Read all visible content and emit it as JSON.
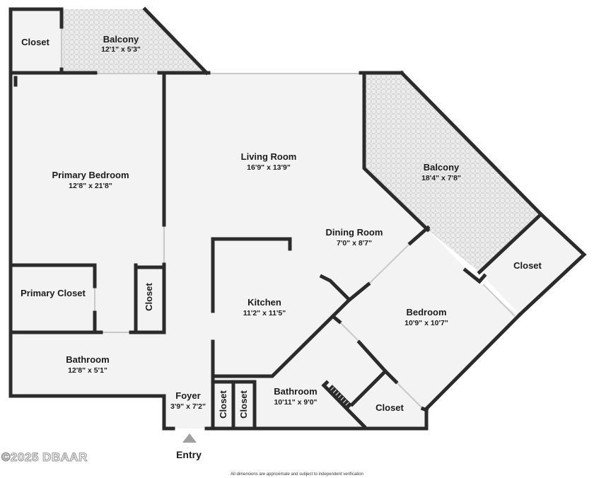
{
  "rooms": {
    "closet_top": {
      "name": "Closet"
    },
    "balcony_top": {
      "name": "Balcony",
      "dims": "12'1\" x 5'3\""
    },
    "primary_bedroom": {
      "name": "Primary Bedroom",
      "dims": "12'8\" x 21'8\""
    },
    "living_room": {
      "name": "Living Room",
      "dims": "16'9\" x 13'9\""
    },
    "balcony_right": {
      "name": "Balcony",
      "dims": "18'4\" x 7'8\""
    },
    "dining_room": {
      "name": "Dining Room",
      "dims": "7'0\" x 8'7\""
    },
    "closet_right": {
      "name": "Closet"
    },
    "primary_closet": {
      "name": "Primary Closet"
    },
    "closet_vertical_1": {
      "name": "Closet"
    },
    "kitchen": {
      "name": "Kitchen",
      "dims": "11'2\" x 11'5\""
    },
    "bedroom": {
      "name": "Bedroom",
      "dims": "10'9\" x 10'7\""
    },
    "bathroom_left": {
      "name": "Bathroom",
      "dims": "12'8\" x 5'1\""
    },
    "foyer": {
      "name": "Foyer",
      "dims": "3'9\" x 7'2\""
    },
    "closet_vertical_2": {
      "name": "Closet"
    },
    "closet_vertical_3": {
      "name": "Closet"
    },
    "bathroom_right": {
      "name": "Bathroom",
      "dims": "10'11\" x 9'0\""
    },
    "closet_bottom": {
      "name": "Closet"
    }
  },
  "entry_label": "Entry",
  "copyright": "©2025 DBAAR",
  "disclaimer": "All dimensions are approximate and subject to independent verification",
  "colors": {
    "floor": "#f3f3f3",
    "wall": "#2b2b2b",
    "balcony": "#e9e9e9",
    "entry_arrow": "#a0a0a0"
  }
}
